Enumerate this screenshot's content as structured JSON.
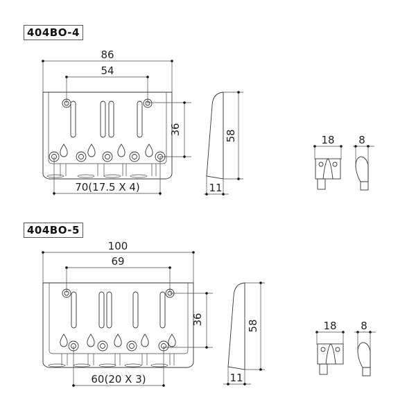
{
  "drawings": [
    {
      "model": "404BO-4",
      "dimensions": {
        "overall_width": "86",
        "mount_hole_spacing": "54",
        "mount_hole_depth": "36",
        "string_spacing": "70(17.5 X 4)",
        "side_height": "58",
        "side_thickness": "11",
        "saddle_width": "18",
        "saddle_depth": "8"
      }
    },
    {
      "model": "404BO-5",
      "dimensions": {
        "overall_width": "100",
        "mount_hole_spacing": "69",
        "mount_hole_depth": "36",
        "string_spacing": "60(20 X 3)",
        "side_height": "58",
        "side_thickness": "11",
        "saddle_width": "18",
        "saddle_depth": "8"
      }
    }
  ]
}
